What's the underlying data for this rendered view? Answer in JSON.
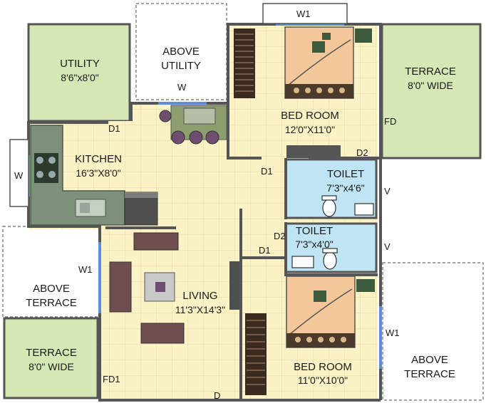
{
  "rooms": {
    "utility": {
      "name": "UTILITY",
      "dim": "8'6\"x8'0\""
    },
    "above_utility": {
      "line1": "ABOVE",
      "line2": "UTILITY"
    },
    "terrace_right": {
      "name": "TERRACE",
      "dim": "8'0\" WIDE"
    },
    "bed1": {
      "name": "BED ROOM",
      "dim": "12'0\"X11'0\""
    },
    "kitchen": {
      "name": "KITCHEN",
      "dim": "16'3\"X8'0\""
    },
    "toilet1": {
      "name": "TOILET",
      "dim": "7'3\"x4'6\""
    },
    "toilet2": {
      "name": "TOILET",
      "dim": "7'3\"x4'0\""
    },
    "above_terrace_left": {
      "line1": "ABOVE",
      "line2": "TERRACE"
    },
    "living": {
      "name": "LIVING",
      "dim": "11'3\"X14'3\""
    },
    "terrace_left": {
      "name": "TERRACE",
      "dim": "8'0\" WIDE"
    },
    "bed2": {
      "name": "BED ROOM",
      "dim": "11'0\"X10'0\""
    },
    "above_terrace_right": {
      "line1": "ABOVE",
      "line2": "TERRACE"
    }
  },
  "tags": {
    "w1_top": "W1",
    "w_utility": "W",
    "fd_right": "FD",
    "d1_kitchen": "D1",
    "d2_bed1": "D2",
    "d1_toilet1": "D1",
    "w_kitchen": "W",
    "v_toilet1": "V",
    "d2_toilet2": "D2",
    "d1_toilet2": "D1",
    "v_toilet2": "V",
    "w1_living": "W1",
    "w1_bed2": "W1",
    "fd1_living": "FD1",
    "d_main": "D"
  },
  "colors": {
    "floor": "#fbf3c6",
    "grid": "#e8dba5",
    "terrace": "#d6e7b6",
    "toilet": "#bfe4f4",
    "wall": "#555555",
    "counter": "#7e8f7b",
    "bed": "#f4c79b",
    "sofa": "#6e4e4e",
    "window": "#5b8fd0"
  }
}
